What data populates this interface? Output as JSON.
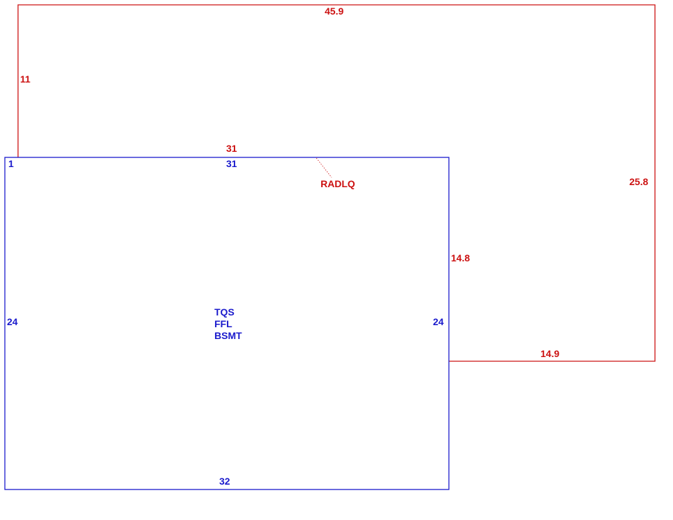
{
  "colors": {
    "red": "#cc1111",
    "blue": "#1a1acc"
  },
  "upper_area": {
    "label": "RADLQ",
    "dimensions": {
      "top": "45.9",
      "left": "11",
      "bottom_left": "31",
      "right": "25.8",
      "inner_right": "14.8",
      "bottom_right": "14.9"
    }
  },
  "lower_area": {
    "label_lines": [
      "TQS",
      "FFL",
      "BSMT"
    ],
    "dimensions": {
      "top": "31",
      "left": "24",
      "right": "24",
      "bottom": "32"
    },
    "corner_marker": "1"
  }
}
